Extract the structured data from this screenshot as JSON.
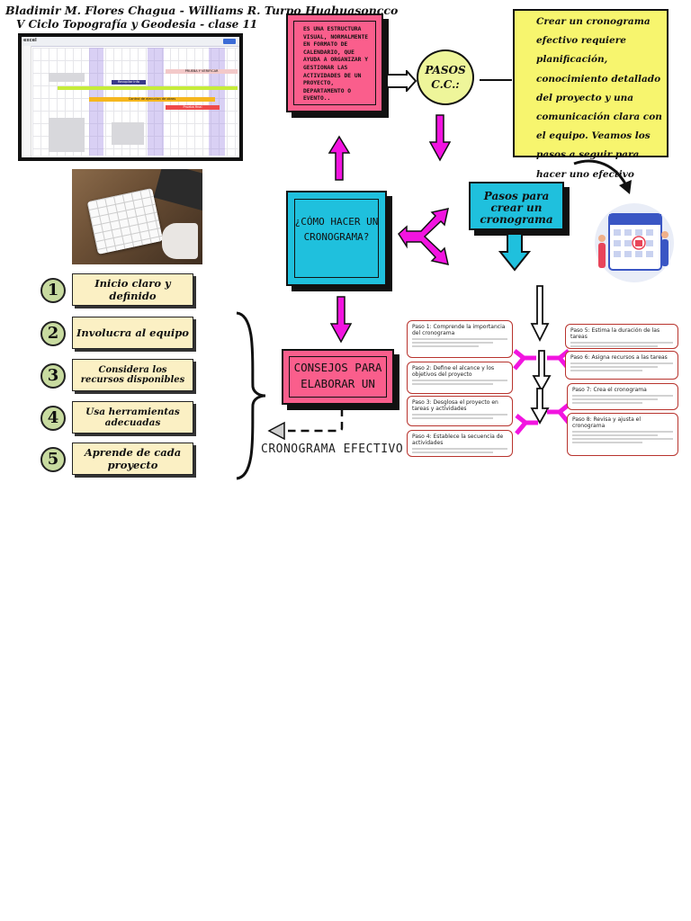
{
  "header": {
    "authors": "Bladimir M. Flores Chagua - Williams R. Turpo Huahuasoncco",
    "course": "V Ciclo Topografía y Geodesia - clase 11"
  },
  "calendar_screenshot": {
    "app_logo": "excel",
    "bars": [
      "Recopilar info",
      "PRUEBA Y VERIFICAR",
      "Control de ejecucion de obras",
      "Prueba final"
    ]
  },
  "numbered_list": {
    "items": [
      {
        "num": "1",
        "label": "Inicio claro y definido"
      },
      {
        "num": "2",
        "label": "Involucra al equipo"
      },
      {
        "num": "3",
        "label": "Considera los recursos disponibles"
      },
      {
        "num": "4",
        "label": "Usa herramientas adecuadas"
      },
      {
        "num": "5",
        "label": "Aprende de cada proyecto"
      }
    ]
  },
  "definition": {
    "text": "ES UNA ESTRUCTURA VISUAL, NORMALMENTE EN FORMATO DE CALENDARIO, QUE AYUDA A ORGANIZAR Y GESTIONAR LAS ACTIVIDADES DE UN PROYECTO, DEPARTAMENTO O EVENTO.."
  },
  "pasos_circle": {
    "text": "PASOS C.C.:"
  },
  "yellow_note": {
    "text": "Crear un cronograma efectivo requiere planificación, conocimiento detallado del proyecto y una comunicación clara con el equipo. Veamos los pasos a seguir para hacer uno efectivo"
  },
  "como_box": {
    "text": "¿CÓMO HACER UN CRONOGRAMA?"
  },
  "pasos_crear": {
    "text": "Pasos para crear un cronograma"
  },
  "consejos": {
    "text": "CONSEJOS PARA ELABORAR UN"
  },
  "efectivo": {
    "text": "CRONOGRAMA EFECTIVO"
  },
  "steps": {
    "s1": "Paso 1: Comprende la importancia del cronograma",
    "s2": "Paso 2: Define el alcance y los objetivos del proyecto",
    "s3": "Paso 3: Desglosa el proyecto en tareas y actividades",
    "s4": "Paso 4: Establece la secuencia de actividades",
    "s5": "Paso 5: Estima la duración de las tareas",
    "s6": "Paso 6: Asigna recursos a las tareas",
    "s7": "Paso 7: Crea el cronograma",
    "s8": "Paso 8: Revisa y ajusta el cronograma"
  },
  "colors": {
    "pink": "#fa5e8c",
    "cyan": "#1fc0dd",
    "yellow": "#f7f56e",
    "magenta_arrow": "#f214e0",
    "card_border": "#b8332d"
  }
}
